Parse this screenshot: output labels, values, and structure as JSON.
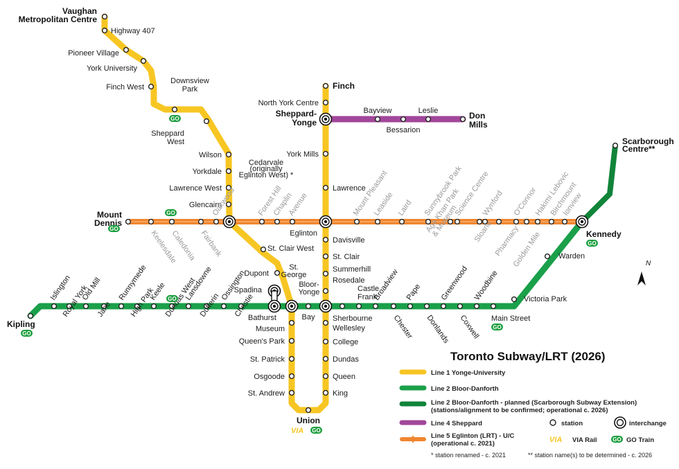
{
  "title": "Toronto Subway/LRT (2026)",
  "colors": {
    "line1": "#f7c623",
    "line2": "#1aa04a",
    "line2_planned": "#11843a",
    "line4": "#a2479a",
    "line5": "#f0862f",
    "go": "#1b9e3e",
    "via": "#f7c623"
  },
  "badges": {
    "go": "GO",
    "via": "VIA"
  },
  "compass": "N",
  "line1_stations": [
    {
      "id": "vaughan",
      "label": "Vaughan\nMetropolitan Centre",
      "bold": true
    },
    {
      "id": "hwy407",
      "label": "Highway 407"
    },
    {
      "id": "pioneer",
      "label": "Pioneer Village"
    },
    {
      "id": "yorku",
      "label": "York University"
    },
    {
      "id": "finchwest",
      "label": "Finch West"
    },
    {
      "id": "downsview",
      "label": "Downsview\nPark"
    },
    {
      "id": "sheppardwest",
      "label": "Sheppard\nWest"
    },
    {
      "id": "wilson",
      "label": "Wilson"
    },
    {
      "id": "yorkdale",
      "label": "Yorkdale"
    },
    {
      "id": "lawrencewest",
      "label": "Lawrence West"
    },
    {
      "id": "glencairn",
      "label": "Glencairn"
    },
    {
      "id": "cedarvale",
      "label": "Cedarvale\n(originally\nEglinton West) *"
    },
    {
      "id": "stclairwest",
      "label": "St. Clair West"
    },
    {
      "id": "dupont",
      "label": "Dupont"
    },
    {
      "id": "spadina",
      "label": "Spadina"
    },
    {
      "id": "stgeorge",
      "label": "St.\nGeorge"
    },
    {
      "id": "museum",
      "label": "Museum"
    },
    {
      "id": "queenspark",
      "label": "Queen's Park"
    },
    {
      "id": "stpatrick",
      "label": "St. Patrick"
    },
    {
      "id": "osgoode",
      "label": "Osgoode"
    },
    {
      "id": "standrew",
      "label": "St. Andrew"
    },
    {
      "id": "union",
      "label": "Union",
      "bold": true
    },
    {
      "id": "king",
      "label": "King"
    },
    {
      "id": "queen",
      "label": "Queen"
    },
    {
      "id": "dundas",
      "label": "Dundas"
    },
    {
      "id": "college",
      "label": "College"
    },
    {
      "id": "wellesley",
      "label": "Wellesley"
    },
    {
      "id": "bloor",
      "label": "Bloor-\nYonge"
    },
    {
      "id": "rosedale",
      "label": "Rosedale"
    },
    {
      "id": "summerhill",
      "label": "Summerhill"
    },
    {
      "id": "stclair",
      "label": "St. Clair"
    },
    {
      "id": "davisville",
      "label": "Davisville"
    },
    {
      "id": "eglinton",
      "label": "Eglinton"
    },
    {
      "id": "lawrence",
      "label": "Lawrence"
    },
    {
      "id": "yorkmills",
      "label": "York Mills"
    },
    {
      "id": "sheppardyonge",
      "label": "Sheppard-\nYonge",
      "bold": true
    },
    {
      "id": "northyork",
      "label": "North York Centre"
    },
    {
      "id": "finch",
      "label": "Finch",
      "bold": true
    }
  ],
  "line2_stations": [
    {
      "id": "kipling",
      "label": "Kipling",
      "bold": true
    },
    {
      "id": "islington",
      "label": "Islington"
    },
    {
      "id": "royalyork",
      "label": "Royal York"
    },
    {
      "id": "oldmill",
      "label": "Old Mill"
    },
    {
      "id": "jane",
      "label": "Jane"
    },
    {
      "id": "runnymede",
      "label": "Runnymede"
    },
    {
      "id": "highpark",
      "label": "High Park"
    },
    {
      "id": "keele",
      "label": "Keele"
    },
    {
      "id": "dundaswest",
      "label": "Dundas West"
    },
    {
      "id": "lansdowne",
      "label": "Lansdowne"
    },
    {
      "id": "dufferin",
      "label": "Dufferin"
    },
    {
      "id": "ossington",
      "label": "Ossington"
    },
    {
      "id": "christie",
      "label": "Christie"
    },
    {
      "id": "bathurst",
      "label": "Bathurst"
    },
    {
      "id": "bay",
      "label": "Bay"
    },
    {
      "id": "sherbourne",
      "label": "Sherbourne"
    },
    {
      "id": "castlefrank",
      "label": "Castle\nFrank"
    },
    {
      "id": "broadview",
      "label": "Broadview"
    },
    {
      "id": "chester",
      "label": "Chester"
    },
    {
      "id": "pape",
      "label": "Pape"
    },
    {
      "id": "donlands",
      "label": "Donlands"
    },
    {
      "id": "greenwood",
      "label": "Greenwood"
    },
    {
      "id": "coxwell",
      "label": "Coxwell"
    },
    {
      "id": "woodbine",
      "label": "Woodbine"
    },
    {
      "id": "mainstreet",
      "label": "Main Street"
    },
    {
      "id": "victoriapark",
      "label": "Victoria Park"
    },
    {
      "id": "warden",
      "label": "Warden"
    },
    {
      "id": "kennedy",
      "label": "Kennedy",
      "bold": true
    },
    {
      "id": "scarborough",
      "label": "Scarborough\nCentre**",
      "grey": true
    }
  ],
  "line4_stations": [
    {
      "id": "bayview",
      "label": "Bayview"
    },
    {
      "id": "bessarion",
      "label": "Bessarion"
    },
    {
      "id": "leslie",
      "label": "Leslie"
    },
    {
      "id": "donmills",
      "label": "Don\nMills",
      "bold": true
    }
  ],
  "line5_stations": [
    {
      "id": "mountdennis",
      "label": "Mount\nDennis",
      "grey": true
    },
    {
      "id": "keelesdale",
      "label": "Keelesdale",
      "grey": true
    },
    {
      "id": "caledonia",
      "label": "Caledonia",
      "grey": true
    },
    {
      "id": "fairbank",
      "label": "Fairbank",
      "grey": true
    },
    {
      "id": "oakwood",
      "label": "Oakwood",
      "grey": true
    },
    {
      "id": "foresthill",
      "label": "Forest Hill",
      "grey": true
    },
    {
      "id": "chaplin",
      "label": "Chaplin",
      "grey": true
    },
    {
      "id": "avenue",
      "label": "Avenue",
      "grey": true
    },
    {
      "id": "mountpleasant",
      "label": "Mount Pleasant",
      "grey": true
    },
    {
      "id": "leaside",
      "label": "Leaside",
      "grey": true
    },
    {
      "id": "laird",
      "label": "Laird",
      "grey": true
    },
    {
      "id": "sunnybrook",
      "label": "Sunnybrook Park",
      "grey": true
    },
    {
      "id": "aga",
      "label": "Aga Khan Park\n& Museum",
      "grey": true
    },
    {
      "id": "science",
      "label": "Science Centre",
      "grey": true
    },
    {
      "id": "sloane",
      "label": "Sloane",
      "grey": true
    },
    {
      "id": "wynford",
      "label": "Wynford",
      "grey": true
    },
    {
      "id": "pharmacy",
      "label": "Pharmacy",
      "grey": true
    },
    {
      "id": "oconnor",
      "label": "O'Connor",
      "grey": true
    },
    {
      "id": "goldenmile",
      "label": "Golden Mile",
      "grey": true
    },
    {
      "id": "hakimi",
      "label": "Hakimi Lebovic",
      "grey": true
    },
    {
      "id": "birchmount",
      "label": "Birchmount",
      "grey": true
    },
    {
      "id": "ionview",
      "label": "Ionview",
      "grey": true
    }
  ],
  "legend": {
    "line1": "Line 1 Yonge-University",
    "line2": "Line 2 Bloor-Danforth",
    "line2_planned": "Line 2 Bloor-Danforth - planned (Scarborough Subway Extension)",
    "line2_planned_note": "(stations/alignment to be confirmed; operational c. 2026)",
    "line4": "Line 4 Sheppard",
    "line5": "Line 5 Eglinton (LRT) - U/C",
    "line5_note": "(operational c. 2021)",
    "station": "station",
    "interchange": "interchange",
    "via": "VIA Rail",
    "go": "GO Train",
    "footnote1": "* station renamed - c. 2021",
    "footnote2": "** station name(s) to be determined - c. 2026"
  }
}
